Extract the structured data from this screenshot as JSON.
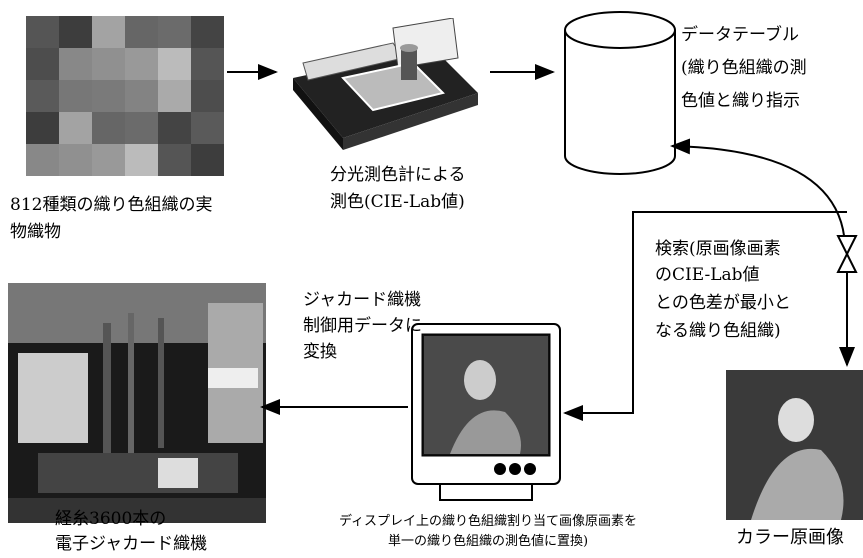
{
  "labels": {
    "fabric_line1": "812種類の織り色組織の実",
    "fabric_line2": "物織物",
    "spectro_line1": "分光測色計による",
    "spectro_line2": "測色(CIE-Lab値)",
    "table_line1": "データテーブル",
    "table_line2": "(織り色組織の測",
    "table_line3": "色値と織り指示",
    "search_line1": "検索(原画像画素",
    "search_line2": "のCIE-Lab値",
    "search_line3": "との色差が最小と",
    "search_line4": "なる織り色組織)",
    "convert_line1": "ジャカード織機",
    "convert_line2": "制御用データに",
    "convert_line3": "変換",
    "loom_line1": "経糸3600本の",
    "loom_line2": "電子ジャカード織機",
    "display_line1": "ディスプレイ上の織り色組織割り当て画像原画素を",
    "display_line2": "単一の織り色組織の測色値に置換)",
    "original_image": "カラー原画像"
  }
}
